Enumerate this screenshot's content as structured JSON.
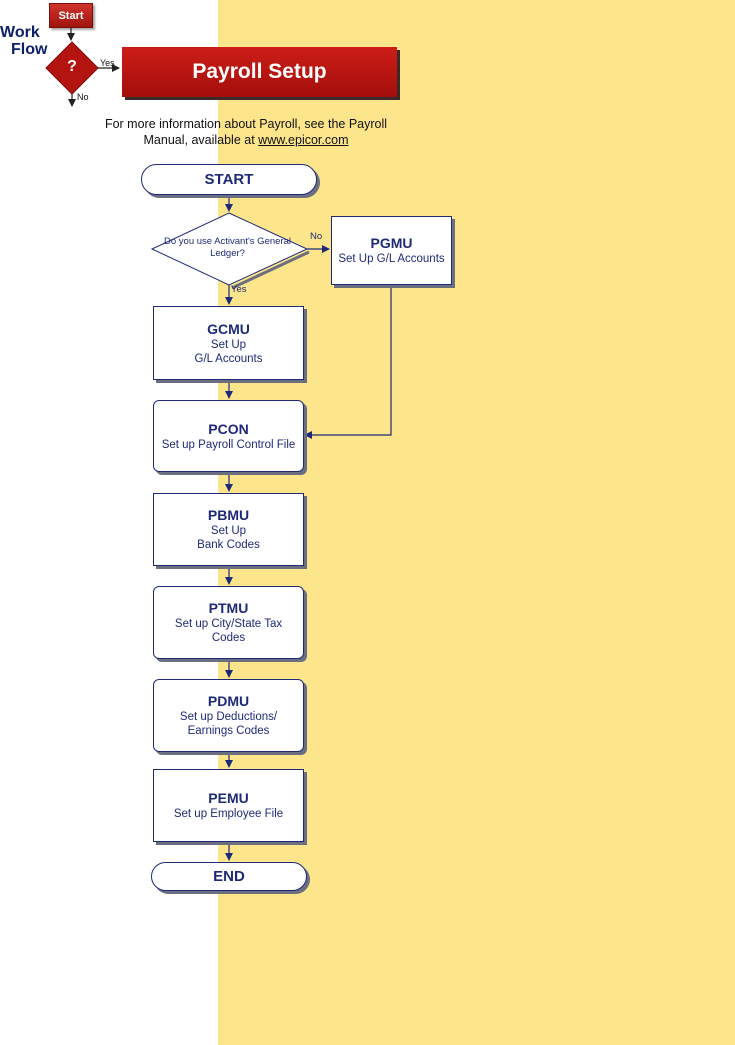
{
  "logo": {
    "start_label": "Start",
    "title_line1": "Work",
    "title_line2": "Flow",
    "question": "?",
    "yes_label": "Yes",
    "no_label": "No"
  },
  "header": {
    "title": "Payroll Setup",
    "info_text": "For more information about Payroll, see the Payroll Manual, available at",
    "info_link": "www.epicor.com"
  },
  "colors": {
    "panel": "#fde58c",
    "banner": "#cc1d17",
    "node_text": "#1e2a78"
  },
  "flow": {
    "start": "START",
    "decision": "Do you use Activant's General Ledger?",
    "decision_no": "No",
    "decision_yes": "Yes",
    "pgmu": {
      "code": "PGMU",
      "desc": "Set Up G/L Accounts"
    },
    "gcmu": {
      "code": "GCMU",
      "desc_line1": "Set Up",
      "desc_line2": "G/L Accounts"
    },
    "pcon": {
      "code": "PCON",
      "desc": "Set up Payroll Control File"
    },
    "pbmu": {
      "code": "PBMU",
      "desc_line1": "Set Up",
      "desc_line2": "Bank Codes"
    },
    "ptmu": {
      "code": "PTMU",
      "desc_line1": "Set up City/State Tax",
      "desc_line2": "Codes"
    },
    "pdmu": {
      "code": "PDMU",
      "desc_line1": "Set up Deductions/",
      "desc_line2": "Earnings Codes"
    },
    "pemu": {
      "code": "PEMU",
      "desc": "Set up Employee File"
    },
    "end": "END"
  }
}
